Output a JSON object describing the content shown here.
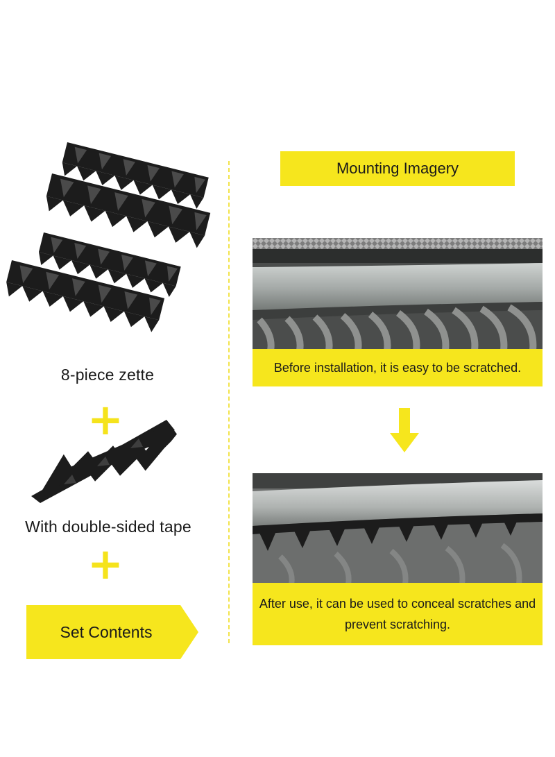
{
  "left": {
    "strips_label": "8-piece zette",
    "tape_label": "With double-sided tape",
    "set_contents": "Set Contents"
  },
  "right": {
    "title": "Mounting Imagery",
    "before_caption": "Before installation, it is easy to be scratched.",
    "after_caption": "After use, it can be used to conceal scratches and prevent scratching."
  },
  "colors": {
    "accent_yellow": "#f6e61d",
    "strip_black": "#1c1c1c",
    "divider": "#f2e34a"
  },
  "icons": [
    "plus-icon",
    "down-arrow-icon"
  ]
}
